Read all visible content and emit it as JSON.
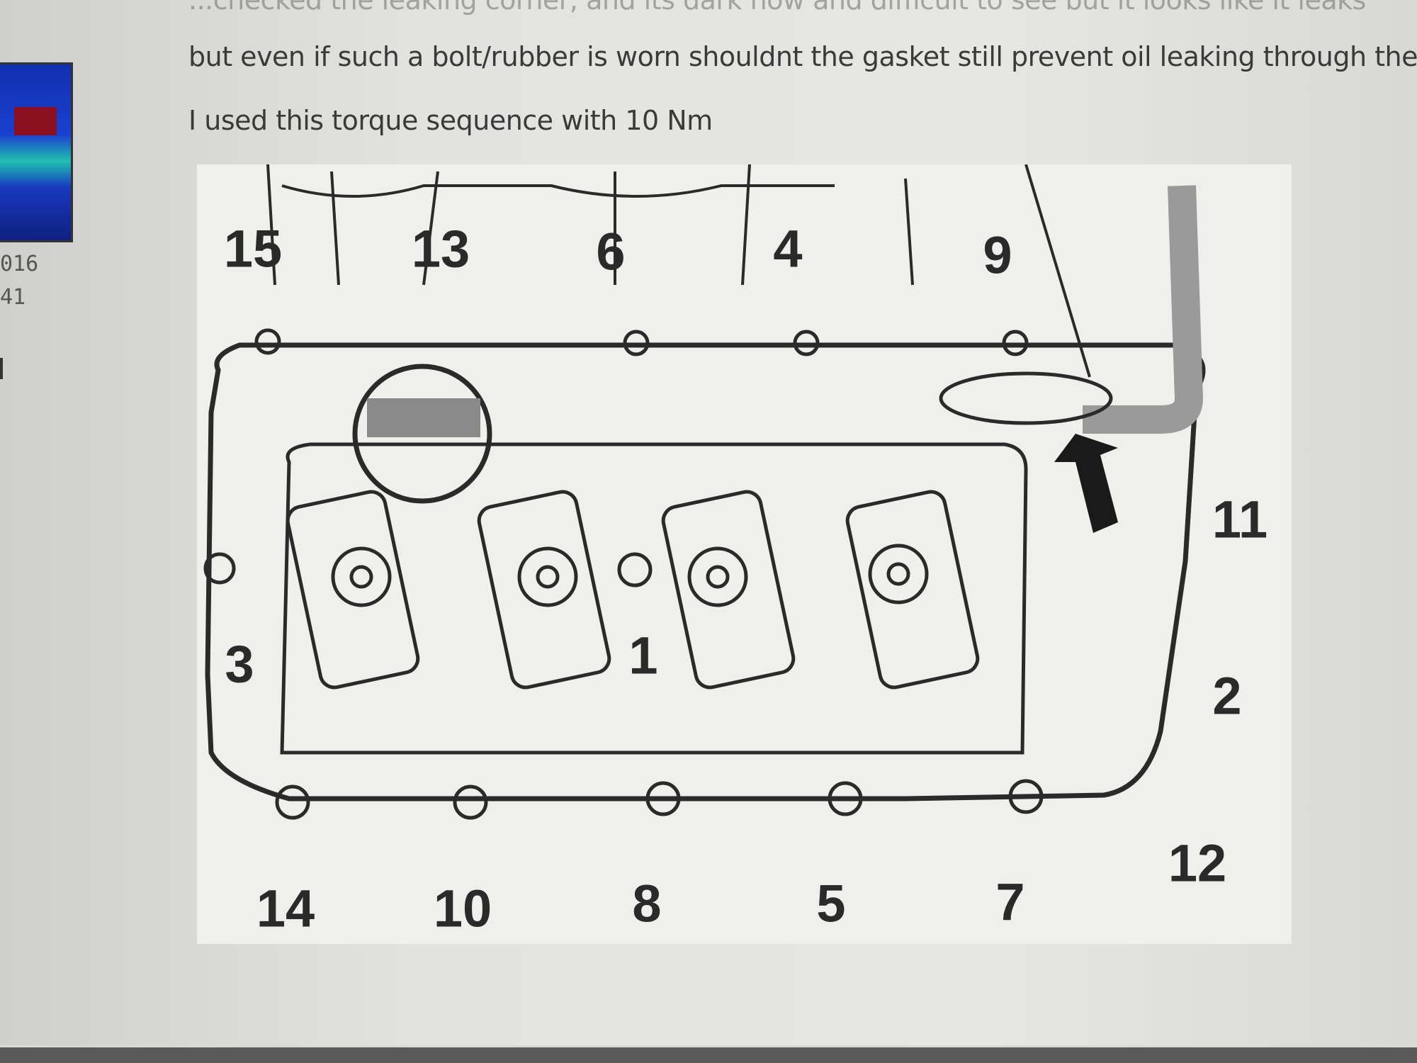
{
  "post": {
    "top_line_cut": "...checked the leaking corner, and its dark now and difficult to see but it looks like it leaks",
    "line1": "but even if such a bolt/rubber is worn shouldnt the gasket still prevent oil leaking through the",
    "line2": "I used this torque sequence with 10 Nm"
  },
  "sidebar": {
    "avatar_icon": "user-avatar-car",
    "joined_fragment": "016",
    "posts_fragment": "41"
  },
  "diagram": {
    "labels": [
      "15",
      "13",
      "6",
      "4",
      "9",
      "11",
      "3",
      "1",
      "2",
      "12",
      "14",
      "10",
      "8",
      "5",
      "7"
    ]
  }
}
